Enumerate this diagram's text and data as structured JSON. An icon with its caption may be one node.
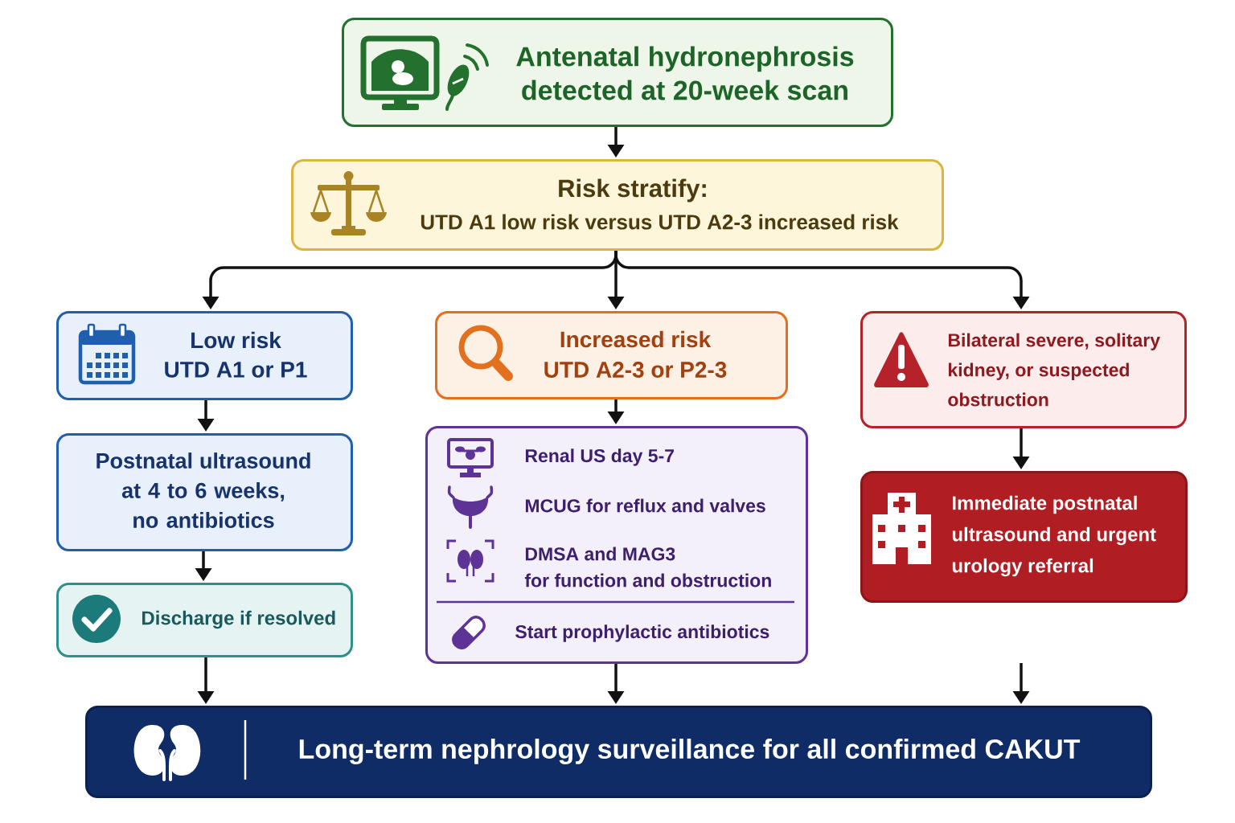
{
  "diagram": {
    "nodes": [
      {
        "text": [
          "Antenatal hydronephrosis detected at 20-week scan"
        ]
      },
      {
        "text": [
          "Risk stratify:",
          "UTD A1 low risk versus UTD A2-3 increased risk"
        ]
      },
      {
        "text": [
          "Low risk",
          "UTD A1 or P1"
        ]
      },
      {
        "text": [
          "Increased risk",
          "UTD A2-3 or P2-3"
        ]
      },
      {
        "text": [
          "Bilateral severe, solitary kidney, or suspected obstruction"
        ]
      },
      {
        "text": [
          "Postnatal ultrasound at 4 to 6 weeks, no antibiotics"
        ]
      },
      {
        "text": [
          "Renal US day 5-7",
          "MCUG for reflux and valves",
          "DMSA and MAG3",
          "for function and obstruction",
          "Start prophylactic antibiotics"
        ]
      },
      {
        "text": [
          "Immediate postnatal ultrasound and urgent urology referral"
        ]
      },
      {
        "text": [
          "Discharge if resolved"
        ]
      },
      {
        "text": [
          "Long-term nephrology surveillance for all confirmed CAKUT"
        ]
      }
    ],
    "edges": [
      {
        "from": 0,
        "to": 1,
        "arrow": "to"
      },
      {
        "from": 1,
        "to": 2,
        "arrow": "to"
      },
      {
        "from": 1,
        "to": 3,
        "arrow": "to"
      },
      {
        "from": 1,
        "to": 4,
        "arrow": "to"
      },
      {
        "from": 2,
        "to": 5,
        "arrow": "to"
      },
      {
        "from": 3,
        "to": 6,
        "arrow": "to"
      },
      {
        "from": 4,
        "to": 7,
        "arrow": "to"
      },
      {
        "from": 5,
        "to": 8,
        "arrow": "to"
      },
      {
        "from": 8,
        "to": 9,
        "arrow": "to"
      },
      {
        "from": 6,
        "to": 9,
        "arrow": "to"
      },
      {
        "from": null,
        "to": 9,
        "arrow": "to"
      }
    ]
  }
}
